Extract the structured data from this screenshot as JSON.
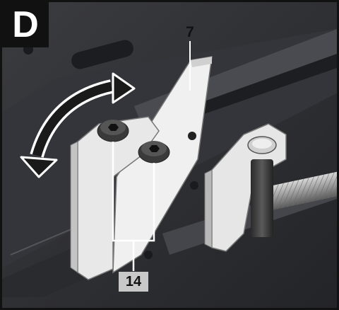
{
  "step": "D",
  "callouts": {
    "part_7": "7",
    "part_14": "14"
  },
  "colors": {
    "background": "#2e2f32",
    "frame": "#111111",
    "badge": "#111111",
    "callout_14_bg": "#c8c8c8",
    "bracket": "#e6e6e6",
    "plate": "#f0f0f0"
  },
  "icons": {
    "rotation": "curved-double-arrow-icon",
    "hex_screw": "hex-socket-screw-icon"
  }
}
